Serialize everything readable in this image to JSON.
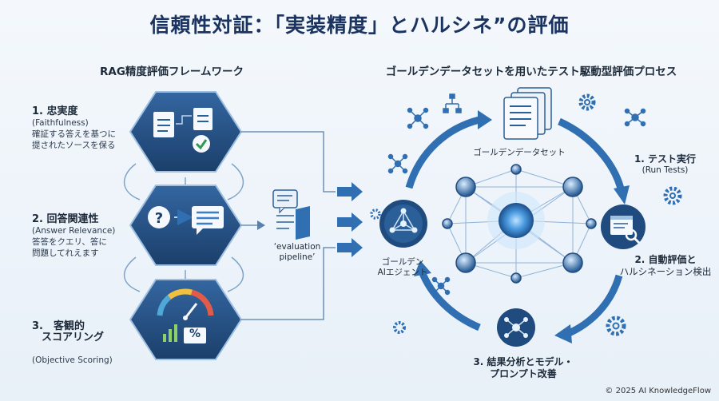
{
  "title": "信頼性対証：「実装精度」とハルシネ”の評価",
  "left_section": {
    "title": "RAG精度評価フレームワーク",
    "metrics": [
      {
        "title": "1. 忠実度",
        "subtitle": "(Faithfulness)",
        "desc_line1": "確証する答えを基つに",
        "desc_line2": "提されたソースを保る"
      },
      {
        "title": "2. 回答関連性",
        "subtitle": "(Answer Relevance)",
        "desc_line1": "答答をクエリ、答に",
        "desc_line2": "問題してれえます"
      },
      {
        "title_line1": "3.　客観的",
        "title_line2": "スコアリング",
        "subtitle": "(Objective Scoring)"
      }
    ],
    "gauge_text": "%"
  },
  "pipeline": {
    "label_line1": "‘evaluation",
    "label_line2": "pipeline’"
  },
  "right_section": {
    "title": "ゴールデンデータセットを用いたテスト駆動型評価プロセス",
    "dataset_label": "ゴールデンデータセット",
    "agent_label_line1": "ゴールデン",
    "agent_label_line2": "AIエジェント",
    "step1_line1": "1. テスト実行",
    "step1_line2": "(Run Tests)",
    "step2_line1": "2. 自動評価と",
    "step2_line2": "ハルシネーション検出",
    "step3_line1": "3. 結果分析とモデル・",
    "step3_line2": "プロンプト改善"
  },
  "copyright": "© 2025 AI KnowledgeFlow",
  "colors": {
    "navy": "#1a3360",
    "hex_fill": "#24507f",
    "accent": "#2f6fb2",
    "node": "#3d7fc6"
  }
}
